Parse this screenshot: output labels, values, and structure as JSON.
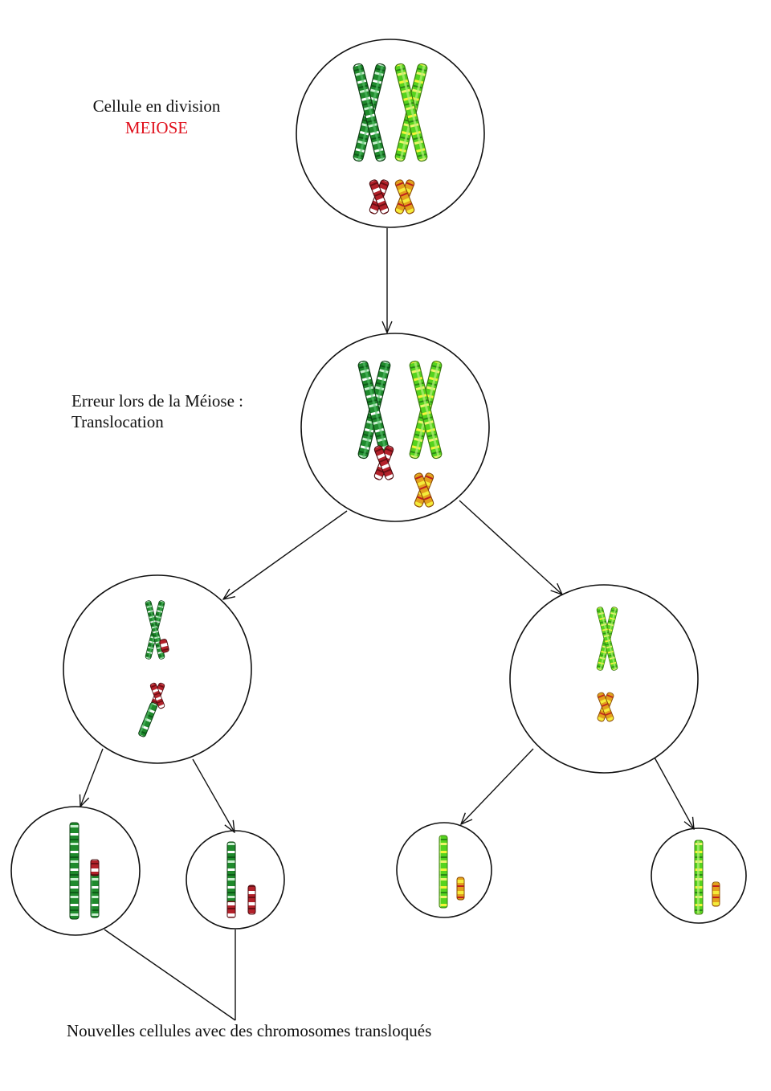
{
  "labels": {
    "cell_division": "Cellule en division",
    "meiosis": "MEIOSE",
    "error_line1": "Erreur lors de la Méiose :",
    "error_line2": "Translocation",
    "new_cells": "Nouvelles cellules avec des chromosomes transloqués"
  },
  "colors": {
    "dark_green": "#1f8a2c",
    "light_green": "#5fdc22",
    "yellow": "#eef23a",
    "red": "#b3212a",
    "orange": "#e8a21a",
    "outline": "#111111",
    "label_red": "#e0101c"
  }
}
